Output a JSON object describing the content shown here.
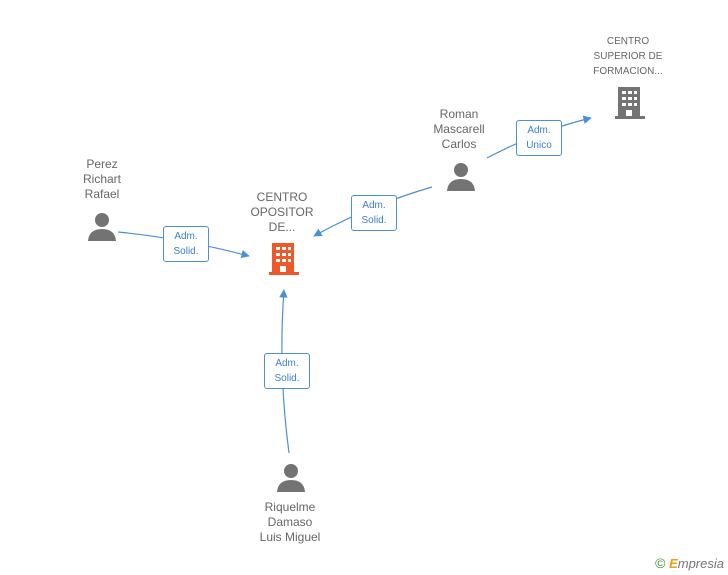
{
  "nodes": {
    "centro_opositor": {
      "lines": [
        "CENTRO",
        "OPOSITOR",
        "DE..."
      ]
    },
    "centro_superior": {
      "lines": [
        "CENTRO",
        "SUPERIOR DE",
        "FORMACION..."
      ]
    },
    "roman": {
      "lines": [
        "Roman",
        "Mascarell",
        "Carlos"
      ]
    },
    "perez": {
      "lines": [
        "Perez",
        "Richart",
        "Rafael"
      ]
    },
    "riquelme": {
      "lines": [
        "Riquelme",
        "Damaso",
        "Luis Miguel"
      ]
    }
  },
  "edges": {
    "perez_to_centro": {
      "lines": [
        "Adm.",
        "Solid."
      ]
    },
    "roman_to_centro": {
      "lines": [
        "Adm.",
        "Solid."
      ]
    },
    "roman_to_superior": {
      "lines": [
        "Adm.",
        "Unico"
      ]
    },
    "riquelme_to_centro": {
      "lines": [
        "Adm.",
        "Solid."
      ]
    }
  },
  "footer": {
    "copyright": "©",
    "brand_initial": "E",
    "brand_rest": "mpresia"
  },
  "colors": {
    "accent_company": "#f0582a",
    "company_gray": "#737373",
    "person_gray": "#737373",
    "edge_blue": "#4a8fd8"
  }
}
